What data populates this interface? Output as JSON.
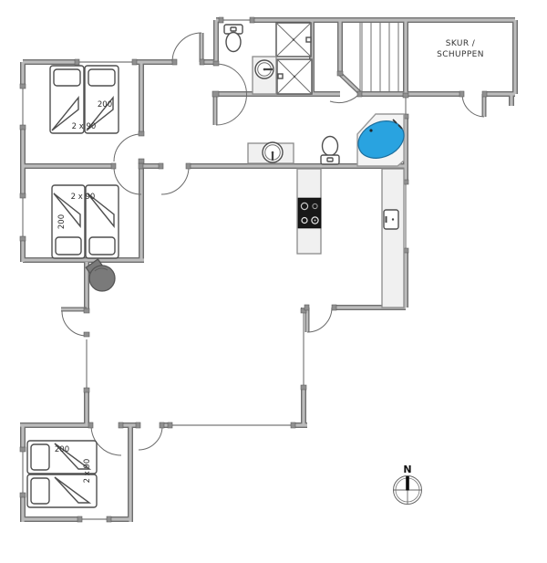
{
  "plan": {
    "shed": {
      "line1": "SKUR /",
      "line2": "SCHUPPEN"
    },
    "bedroom_top": {
      "length": "200",
      "width": "2 x 90"
    },
    "bedroom_mid": {
      "width": "2 x 90",
      "length": "200"
    },
    "bedroom_bottom": {
      "length": "200",
      "width": "2 x 90"
    },
    "compass": {
      "north": "N"
    }
  },
  "colors": {
    "wall-dark": "#6f6f6f",
    "wall-light": "#bcbcbc",
    "tub": "#29a3e0",
    "tub-edge": "#1c6f9e",
    "stove": "#7a7a7a",
    "counter": "#f0f0f0",
    "cooktop": "#181818"
  }
}
